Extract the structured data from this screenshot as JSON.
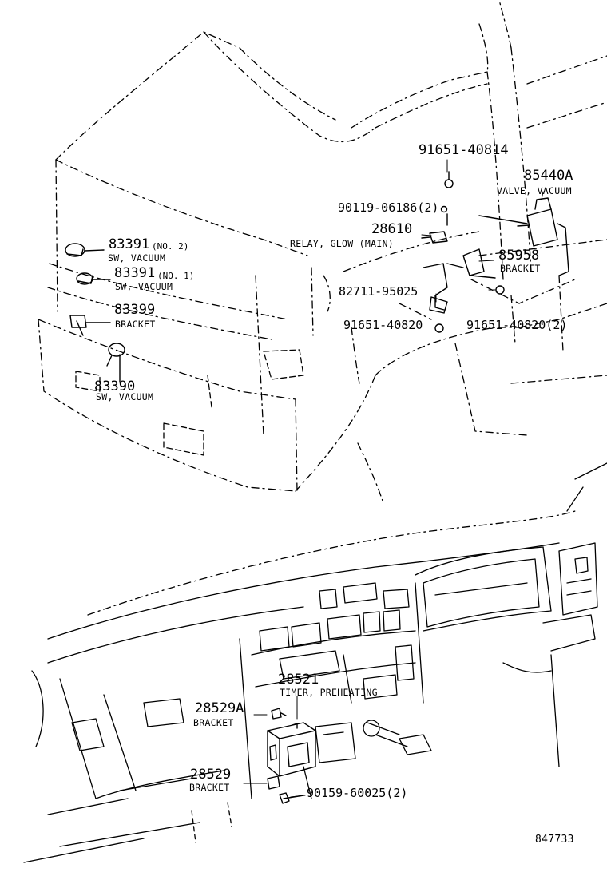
{
  "callouts": {
    "p91651_40814": "91651-40814",
    "p85440A": "85440A",
    "valve_vacuum": "VALVE, VACUUM",
    "p90119_06186": "90119-06186(2)",
    "p28610": "28610",
    "relay_glow_main": "RELAY, GLOW (MAIN)",
    "p85958": "85958",
    "bracket_85958": "BRACKET",
    "p82711_95025": "82711-95025",
    "p91651_40820_left": "91651-40820",
    "p91651_40820_right": "91651-40820(2)",
    "p83391_no2": "83391",
    "no2": "(NO. 2)",
    "sw_vacuum_no2": "SW, VACUUM",
    "p83391_no1": "83391",
    "no1": "(NO. 1)",
    "sw_vacuum_no1": "SW, VACUUM",
    "p83399": "83399",
    "bracket_83399": "BRACKET",
    "p83390": "83390",
    "sw_vacuum_83390": "SW, VACUUM",
    "p28521": "28521",
    "timer_preheating": "TIMER, PREHEATING",
    "p28529A": "28529A",
    "bracket_28529A": "BRACKET",
    "p28529": "28529",
    "bracket_28529": "BRACKET",
    "p90159_60025": "90159-60025(2)"
  },
  "figure_number": "847733"
}
